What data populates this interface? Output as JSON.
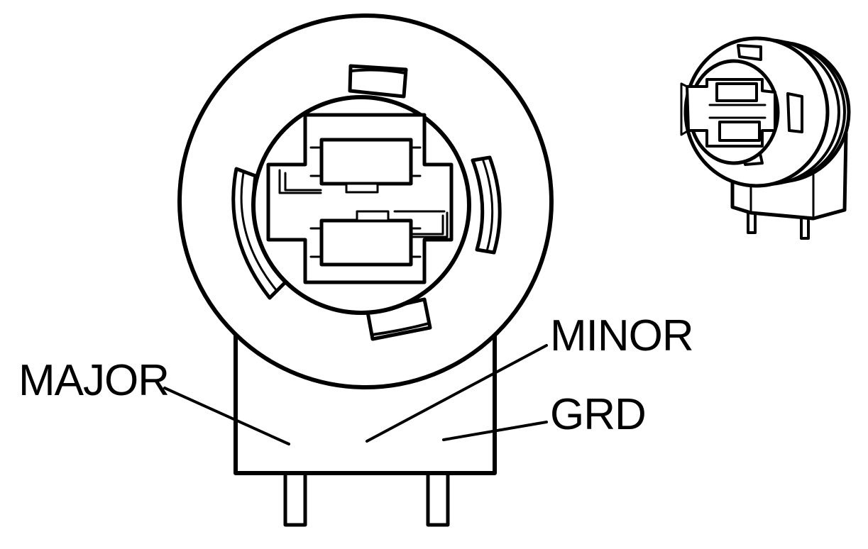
{
  "labels": {
    "major": "MAJOR",
    "minor": "MINOR",
    "ground": "GRD"
  },
  "colors": {
    "ink": "#000000",
    "paper": "#ffffff"
  }
}
